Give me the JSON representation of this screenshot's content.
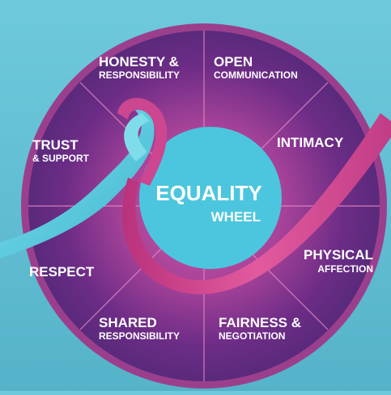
{
  "center": {
    "title": "EQUALITY",
    "subtitle": "WHEEL"
  },
  "segments": [
    {
      "main": "HONESTY &",
      "sub": "RESPONSIBILITY"
    },
    {
      "main": "OPEN",
      "sub": "COMMUNICATION"
    },
    {
      "main": "INTIMACY",
      "sub": ""
    },
    {
      "main": "PHYSICAL",
      "sub": "AFFECTION"
    },
    {
      "main": "FAIRNESS &",
      "sub": "NEGOTIATION"
    },
    {
      "main": "SHARED",
      "sub": "RESPONSIBILITY"
    },
    {
      "main": "RESPECT",
      "sub": ""
    },
    {
      "main": "TRUST",
      "sub": "& SUPPORT"
    }
  ],
  "colors": {
    "background": "#62bfd4",
    "wheel_outer_ring": "#8a3a7e",
    "wheel_fill": "#7a2f86",
    "hub": "#49c5dd",
    "ribbon_pink": "#d2468f",
    "ribbon_blue": "#5ad0e4",
    "text": "#ffffff"
  },
  "icons": [
    "awareness-ribbon"
  ]
}
